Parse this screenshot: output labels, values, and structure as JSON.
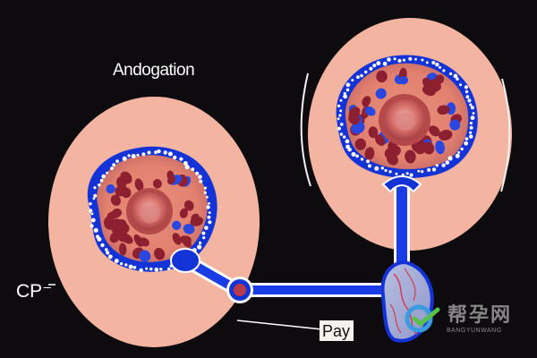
{
  "labels": {
    "top": "Andogation",
    "left": "CP⁻",
    "bottom": "Pay"
  },
  "watermark": {
    "cn": "帮孕网",
    "en": "BANGYUNWANG"
  },
  "colors": {
    "background": "#0d0b0d",
    "cell": "#f3b4a2",
    "membrane": "#1433d6",
    "nucleus": "#c9574f",
    "organelle": "#8c1f30",
    "vesicle": "#2a48e0",
    "connector": "#1a3ce6"
  }
}
